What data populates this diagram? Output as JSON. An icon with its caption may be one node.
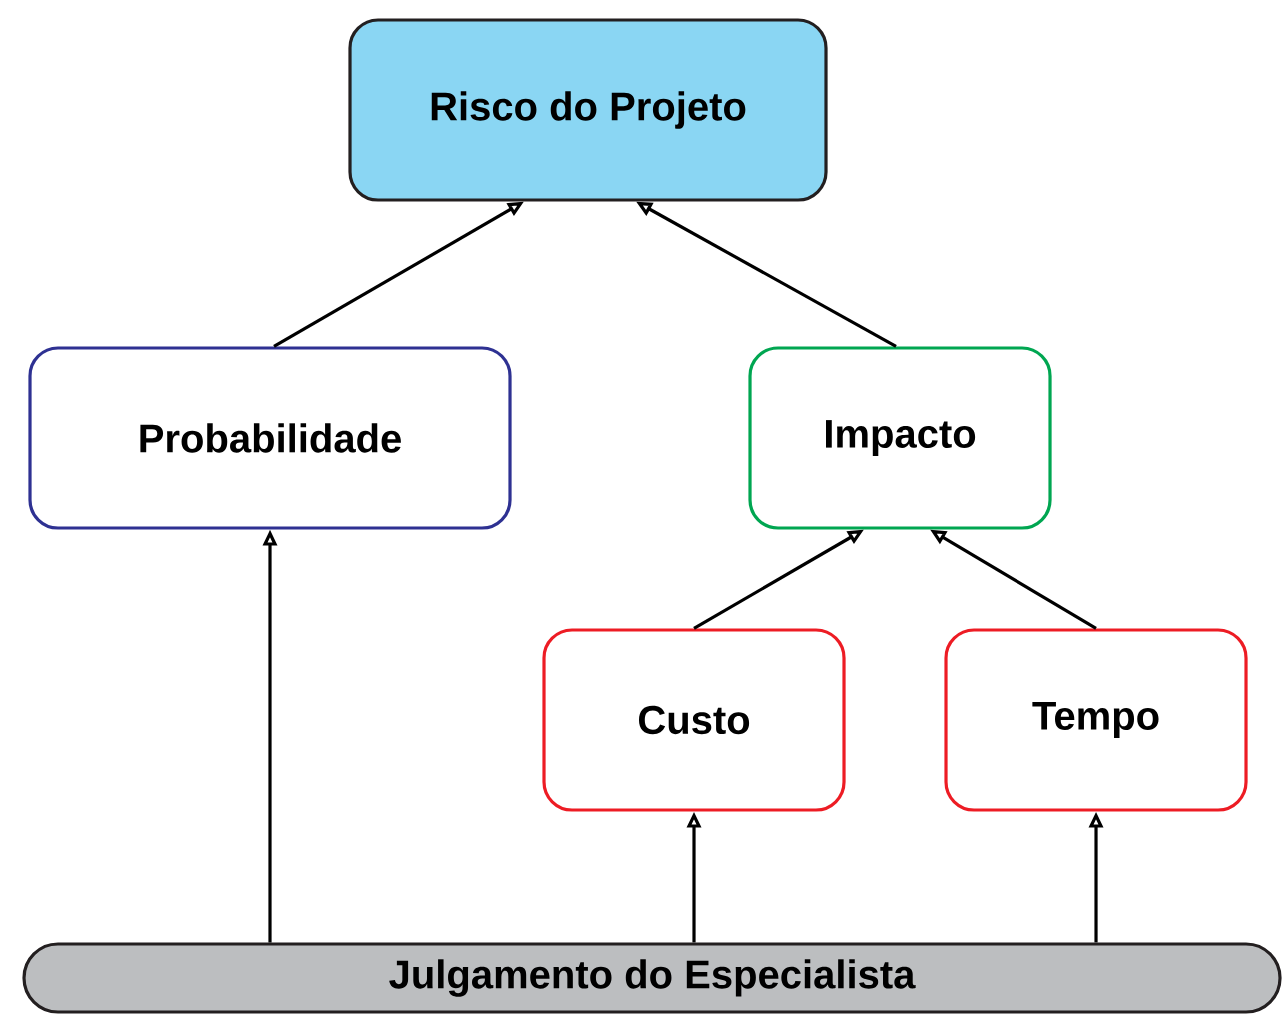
{
  "diagram": {
    "nodes": [
      {
        "text": [
          "Risco do Projeto"
        ]
      },
      {
        "text": [
          "Probabilidade"
        ]
      },
      {
        "text": [
          "Impacto"
        ]
      },
      {
        "text": [
          "Custo"
        ]
      },
      {
        "text": [
          "Tempo"
        ]
      },
      {
        "text": [
          "Julgamento do Especialista"
        ]
      }
    ],
    "edges": [
      {
        "from": 1,
        "to": 0,
        "arrow": "to"
      },
      {
        "from": 2,
        "to": 0,
        "arrow": "to"
      },
      {
        "from": 3,
        "to": 2,
        "arrow": "to"
      },
      {
        "from": 4,
        "to": 2,
        "arrow": "to"
      },
      {
        "from": 5,
        "to": 1,
        "arrow": "to"
      },
      {
        "from": 5,
        "to": 3,
        "arrow": "to"
      },
      {
        "from": 5,
        "to": 4,
        "arrow": "to"
      }
    ]
  }
}
